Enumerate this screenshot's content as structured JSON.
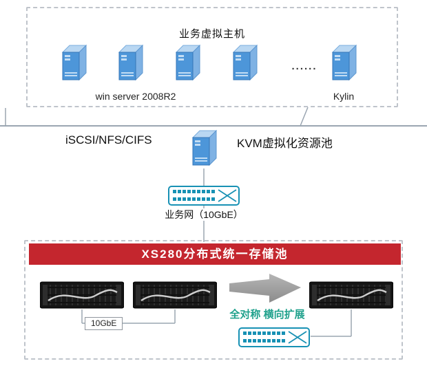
{
  "top_box": {
    "title": "业务虚拟主机",
    "os_label": "win server 2008R2",
    "ellipsis": "......",
    "kylin_label": "Kylin",
    "server_count": 5
  },
  "middle": {
    "protocol_label": "iSCSI/NFS/CIFS",
    "kvm_label": "KVM虚拟化资源池",
    "network_label": "业务网（10GbE）"
  },
  "storage_box": {
    "banner": "XS280分布式统一存储池",
    "storage_count": 3,
    "link_label": "10GbE",
    "scale_label": "全对称 横向扩展"
  },
  "colors": {
    "banner_red": "#c4262e",
    "switch_teal": "#1791b4",
    "scale_teal": "#1fa18c",
    "server_blue": "#4d96d9",
    "line_gray": "#9aa5b1"
  }
}
